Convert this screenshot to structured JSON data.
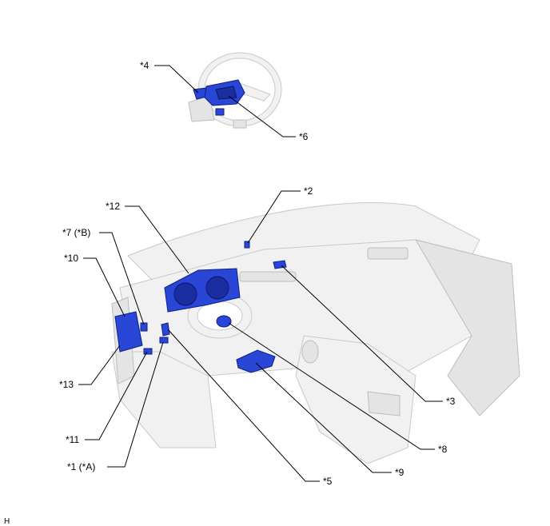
{
  "callouts": {
    "c4": "*4",
    "c6": "*6",
    "c2": "*2",
    "c12": "*12",
    "c7": "*7 (*B)",
    "c10": "*10",
    "c13": "*13",
    "c11": "*11",
    "c1": "*1 (*A)",
    "c5": "*5",
    "c9": "*9",
    "c8": "*8",
    "c3": "*3"
  },
  "corner_mark": "H",
  "colors": {
    "highlighted_part": "#2a46d6",
    "ghost_body": "#f1f1f1",
    "ghost_outline": "#c9c9c9",
    "leader_line": "#000000"
  }
}
